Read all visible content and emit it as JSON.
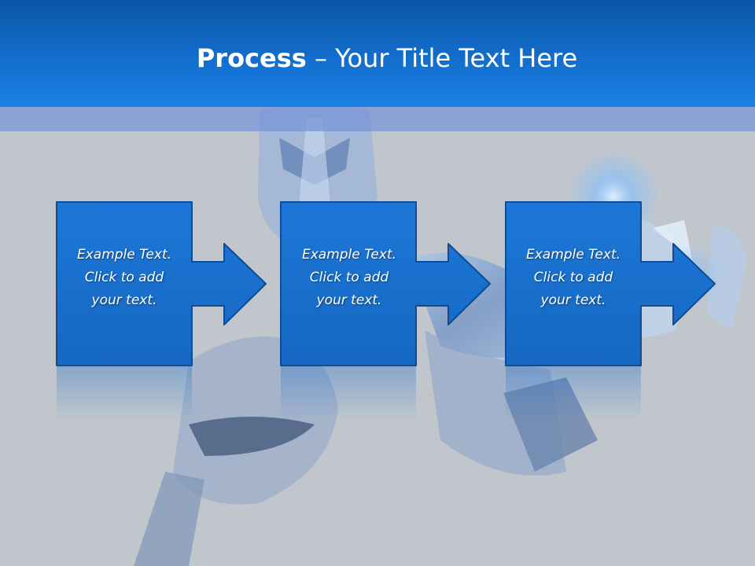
{
  "slide": {
    "title_bold": "Process",
    "title_rest": " – Your Title Text Here"
  },
  "steps": [
    {
      "text": "Example Text.\nClick  to add\nyour text."
    },
    {
      "text": "Example Text.\nClick  to add\nyour text."
    },
    {
      "text": "Example Text.\nClick  to add\nyour text."
    }
  ],
  "colors": {
    "title_bar": "#1574d6",
    "box_fill": "#1b72d2",
    "box_border": "#0f4c93",
    "background": "#c1c6cd"
  }
}
